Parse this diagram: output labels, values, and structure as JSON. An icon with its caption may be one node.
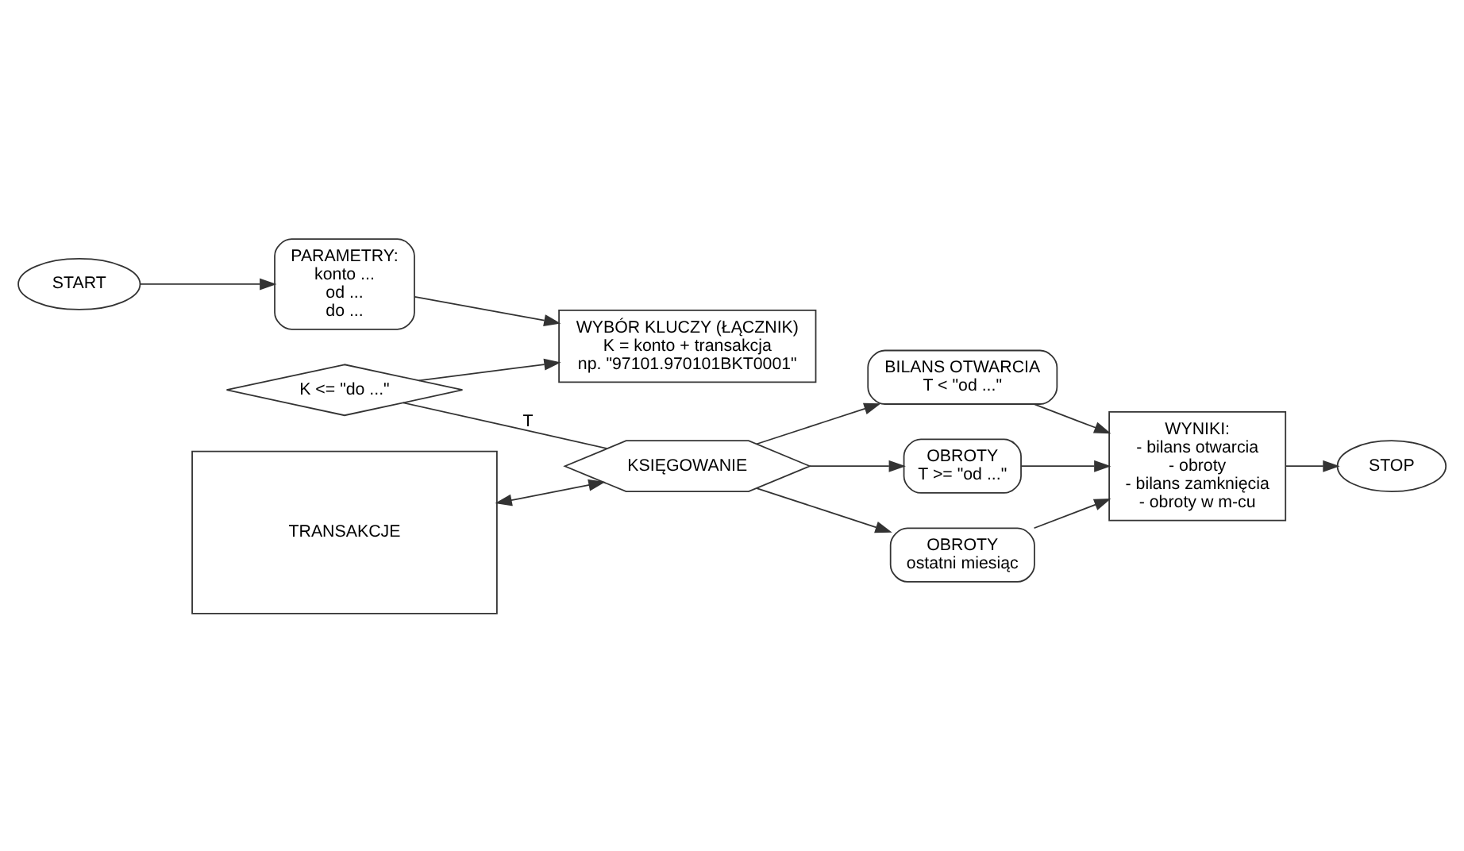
{
  "diagram": {
    "nodes": [
      {
        "text": [
          "START"
        ]
      },
      {
        "text": [
          "PARAMETRY:",
          "konto ...",
          "od ...",
          "do ..."
        ]
      },
      {
        "text": [
          "WYBÓR KLUCZY (ŁĄCZNIK)",
          "K = konto + transakcja",
          "np. \"97101.970101BKT0001\""
        ]
      },
      {
        "text": [
          "K <= \"do ...\""
        ]
      },
      {
        "text": [
          "KSIĘGOWANIE"
        ]
      },
      {
        "text": [
          "BILANS OTWARCIA",
          "T < \"od ...\""
        ]
      },
      {
        "text": [
          "OBROTY",
          "T >= \"od ...\""
        ]
      },
      {
        "text": [
          "OBROTY",
          "ostatni miesiąc"
        ]
      },
      {
        "text": [
          "TRANSAKCJE"
        ]
      },
      {
        "text": [
          "STOP"
        ]
      },
      {
        "text": [
          "WYNIKI:",
          "- bilans otwarcia",
          "- obroty",
          "- bilans zamknięcia",
          "- obroty w m-cu"
        ]
      }
    ],
    "edges": [
      {
        "from": 0,
        "to": 1,
        "arrow": "to"
      },
      {
        "from": 1,
        "to": 2,
        "arrow": "to"
      },
      {
        "from": 3,
        "to": 2,
        "arrow": "to"
      },
      {
        "from": 3,
        "to": 4,
        "arrow": "none",
        "label": "T"
      },
      {
        "from": 4,
        "to": 5,
        "arrow": "to"
      },
      {
        "from": 4,
        "to": 6,
        "arrow": "to"
      },
      {
        "from": 4,
        "to": 7,
        "arrow": "to"
      },
      {
        "from": 8,
        "to": 4,
        "arrow": "both"
      },
      {
        "from": 5,
        "to": 10,
        "arrow": "to"
      },
      {
        "from": 6,
        "to": 10,
        "arrow": "to"
      },
      {
        "from": 7,
        "to": 10,
        "arrow": "to"
      },
      {
        "from": 10,
        "to": 9,
        "arrow": "to"
      }
    ]
  }
}
